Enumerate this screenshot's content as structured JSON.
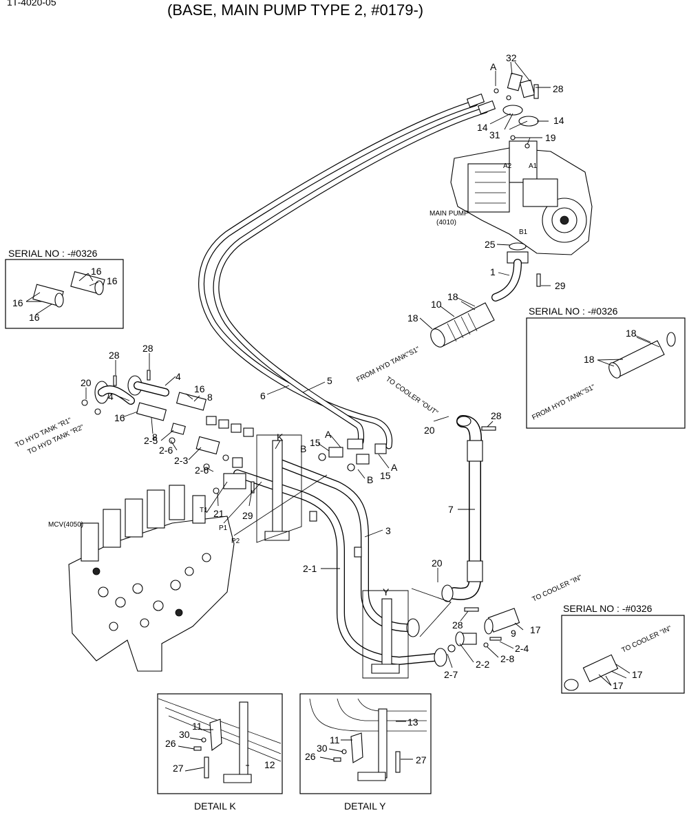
{
  "title": "(BASE, MAIN PUMP TYPE 2, #0179-)",
  "header_fragment": "1T-4020-05",
  "serial_boxes": [
    {
      "text": "SERIAL NO : -#0326"
    },
    {
      "text": "SERIAL NO : -#0326"
    },
    {
      "text": "SERIAL NO : -#0326"
    }
  ],
  "components": {
    "main_pump": "MAIN PUMP",
    "main_pump_code": "(4010)",
    "mcv": "MCV(4050)"
  },
  "port_labels": {
    "a2": "A2",
    "a1": "A1",
    "b1": "B1",
    "t1": "T1",
    "p1": "P1",
    "p2": "P2"
  },
  "flow_labels": {
    "from_hyd_tank_s1": "FROM HYD TANK\"S1\"",
    "from_hyd_tank_s1_box": "FROM HYD TANK\"S1\"",
    "to_cooler_out": "TO COOLER \"OUT\"",
    "to_cooler_in": "TO COOLER \"IN\"",
    "to_cooler_in_box": "TO COOLER \"IN\"",
    "to_hyd_tank_r1": "TO HYD TANK \"R1\"",
    "to_hyd_tank_r2": "TO HYD TANK \"R2\""
  },
  "details": {
    "k_title": "DETAIL K",
    "y_title": "DETAIL Y"
  },
  "callouts": {
    "c32": "32",
    "cA1": "A",
    "c28a": "28",
    "c14a": "14",
    "c14b": "14",
    "c31": "31",
    "c19": "19",
    "c25": "25",
    "c1": "1",
    "c29a": "29",
    "c18a": "18",
    "c10": "10",
    "c18b": "18",
    "c5": "5",
    "c6": "6",
    "cK": "K",
    "c15a": "15",
    "cA2": "A",
    "cB1": "B",
    "cB2": "B",
    "c15b": "15",
    "cA3": "A",
    "c20a": "20",
    "c28b": "28",
    "c7": "7",
    "c3": "3",
    "c2_1": "2-1",
    "cY": "Y",
    "c20b": "20",
    "c28c": "28",
    "c9": "9",
    "c17a": "17",
    "c2_4": "2-4",
    "c2_8": "2-8",
    "c2_2": "2-2",
    "c2_7": "2-7",
    "c28d": "28",
    "c28e": "28",
    "c20c": "20",
    "c4a": "4",
    "c16a": "16",
    "c8a": "8",
    "c4b": "4",
    "c16b": "16",
    "c8b": "8",
    "c2_5": "2-5",
    "c2_6a": "2-6",
    "c2_3": "2-3",
    "c2_6b": "2-6",
    "c21": "21",
    "c29b": "29",
    "s16a": "16",
    "s16b": "16",
    "s16c": "16",
    "s16d": "16",
    "s18a": "18",
    "s18b": "18",
    "s17a": "17",
    "s17b": "17",
    "k11": "11",
    "k30": "30",
    "k26": "26",
    "k27": "27",
    "k12": "12",
    "y13": "13",
    "y11": "11",
    "y30": "30",
    "y26": "26",
    "y27": "27"
  }
}
